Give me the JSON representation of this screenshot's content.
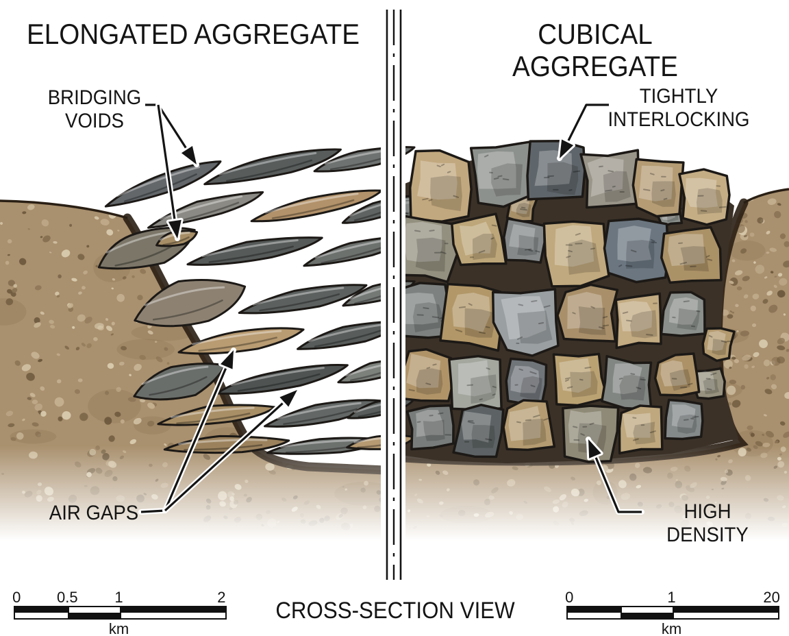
{
  "titles": {
    "left": "ELONGATED AGGREGATE",
    "right": "CUBICAL AGGREGATE"
  },
  "labels": {
    "bridging_voids": "BRIDGING\nVOIDS",
    "air_gaps": "AIR GAPS",
    "tightly_interlocking": "TIGHTLY\nINTERLOCKING",
    "high_density": "HIGH\nDENSITY"
  },
  "caption": "CROSS-SECTION VIEW",
  "scale_bars": {
    "left": {
      "unit": "km",
      "ticks": [
        {
          "label": "0",
          "f": 0
        },
        {
          "label": "0.5",
          "f": 0.255
        },
        {
          "label": "1",
          "f": 0.5
        },
        {
          "label": "2",
          "f": 1
        }
      ]
    },
    "right": {
      "unit": "km",
      "ticks": [
        {
          "label": "0",
          "f": 0
        },
        {
          "label": "",
          "f": 0.255
        },
        {
          "label": "1",
          "f": 0.5
        },
        {
          "label": "20",
          "f": 1
        }
      ]
    }
  },
  "colors": {
    "background": "#ffffff",
    "text": "#141414",
    "outline": "#1c1916",
    "dirt_base": "#a9906e",
    "dirt_shadow": "#2a1f14",
    "pebble_light": "#d9cbae",
    "pebble_dark": "#6e5a3e",
    "gap_fill": "#3b3127",
    "scalebar_black": "#111111"
  }
}
